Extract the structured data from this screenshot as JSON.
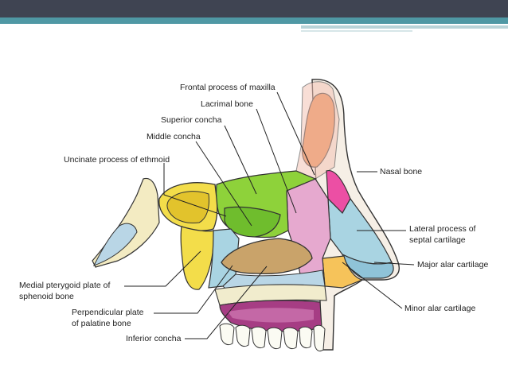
{
  "labels": {
    "frontal_process_of_maxilla": "Frontal process of maxilla",
    "lacrimal_bone": "Lacrimal bone",
    "superior_concha": "Superior concha",
    "middle_concha": "Middle concha",
    "uncinate_process": "Uncinate process of ethmoid",
    "nasal_bone": "Nasal bone",
    "lateral_process_line1": "Lateral process of",
    "lateral_process_line2": "septal cartilage",
    "major_alar_cartilage": "Major alar cartilage",
    "minor_alar_cartilage": "Minor alar cartilage",
    "medial_pterygoid_line1": "Medial pterygoid plate of",
    "medial_pterygoid_line2": "sphenoid bone",
    "perpendicular_plate_line1": "Perpendicular plate",
    "perpendicular_plate_line2": "of palatine bone",
    "inferior_concha": "Inferior concha"
  },
  "colors": {
    "header_bar": "#3f4452",
    "header_accent": "#4f98a4",
    "nasal_bone": "#ec4fa4",
    "ethmoid_conchae": "#8ed23a",
    "sphenoid_yellow": "#f3dd4a",
    "inferior_concha": "#c9a36a",
    "cartilage_blue": "#a9d4e2",
    "lacrimal_pink": "#e6a9cf",
    "palate_purple": "#a63d84"
  }
}
